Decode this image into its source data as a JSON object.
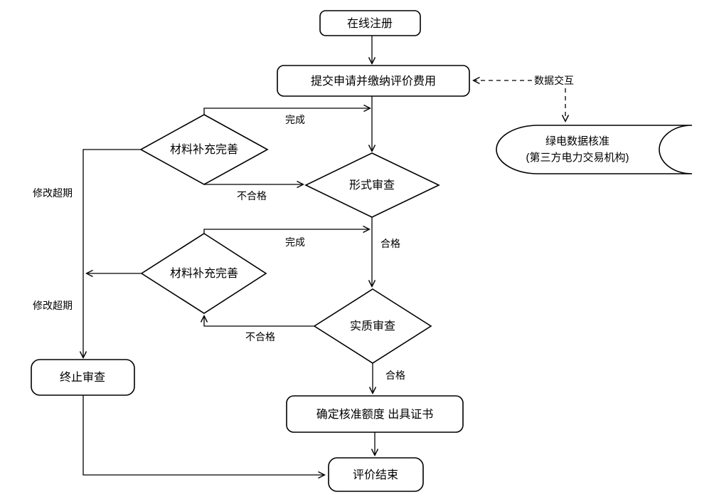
{
  "diagram": {
    "title_hint": "green-power-evaluation-flowchart",
    "colors": {
      "stroke": "#000000",
      "background": "#ffffff",
      "text": "#000000"
    },
    "nodes": {
      "online_register": {
        "label": "在线注册",
        "type": "rounded-rect"
      },
      "submit": {
        "label": "提交申请并缴纳评价费用",
        "type": "rounded-rect"
      },
      "material1": {
        "label": "材料补充完善",
        "type": "diamond"
      },
      "form_review": {
        "label": "形式审查",
        "type": "diamond"
      },
      "material2": {
        "label": "材料补充完善",
        "type": "diamond"
      },
      "substantive_review": {
        "label": "实质审查",
        "type": "diamond"
      },
      "terminate": {
        "label": "终止审查",
        "type": "rounded-rect"
      },
      "confirm": {
        "label": "确定核准额度 出具证书",
        "type": "rounded-rect"
      },
      "end": {
        "label": "评价结束",
        "type": "rounded-rect"
      },
      "green_data": {
        "label_line1": "绿电数据核准",
        "label_line2": "(第三方电力交易机构)",
        "type": "stored-data"
      }
    },
    "edge_labels": {
      "data_exchange": "数据交互",
      "complete1": "完成",
      "complete2": "完成",
      "unqualified1": "不合格",
      "unqualified2": "不合格",
      "qualified1": "合格",
      "qualified2": "合格",
      "overdue1": "修改超期",
      "overdue2": "修改超期"
    }
  }
}
